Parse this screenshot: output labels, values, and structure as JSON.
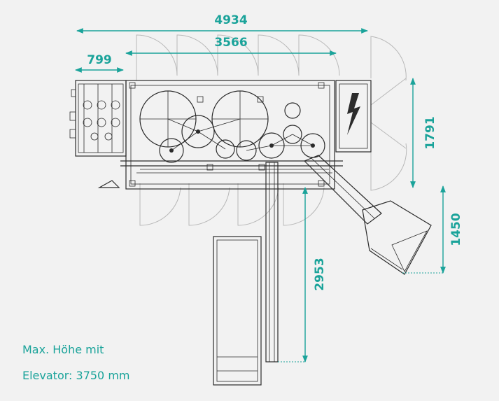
{
  "dimensions": {
    "overall_width": "4934",
    "frame_width": "3566",
    "left_unit": "799",
    "frame_depth": "1791",
    "hopper_depth": "1450",
    "elevator_length": "2953"
  },
  "note": {
    "line1": "Max. Höhe mit",
    "line2": "Elevator: 3750 mm"
  },
  "colors": {
    "accent": "#1aa39a",
    "drawing": "#2b2b2b",
    "ghost": "#b8b8b8",
    "background": "#f2f2f2",
    "page": "#ffffff"
  },
  "icons": {
    "electrical_warning": "lightning-bolt"
  }
}
